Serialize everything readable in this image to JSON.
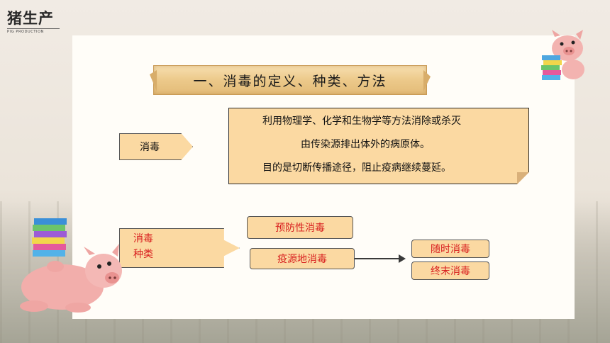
{
  "logo": {
    "name_cn": "猪生产",
    "name_en": "PIG PRODUCTION"
  },
  "title": "一、消毒的定义、种类、方法",
  "definition": {
    "term": "消毒",
    "lines": [
      "利用物理学、化学和生物学等方法消除或杀灭",
      "由传染源排出体外的病原体。",
      "目的是切断传播途径，阻止疫病继续蔓延。"
    ]
  },
  "types": {
    "label_line1": "消毒",
    "label_line2": "种类",
    "preventive": "预防性消毒",
    "epidemic_source": "疫源地消毒",
    "immediate": "随时消毒",
    "terminal": "终末消毒"
  },
  "colors": {
    "box_fill": "#fbd9a2",
    "highlight_text": "#d81e1e",
    "title_board": "#ecc98a"
  },
  "icons": {
    "decoration_top_right": "pig-with-books-icon",
    "decoration_bottom_left": "pig-lying-with-books-icon"
  }
}
